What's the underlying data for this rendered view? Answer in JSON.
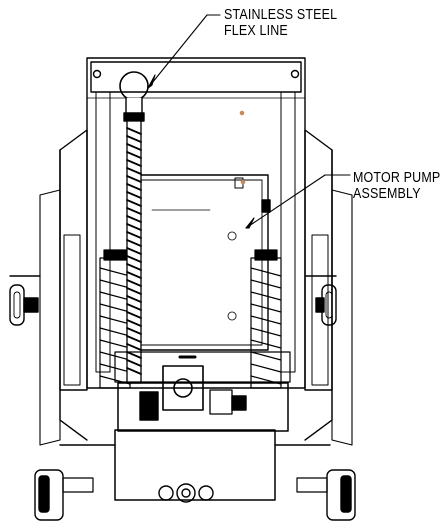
{
  "callouts": {
    "flex_line": {
      "line1": "STAINLESS STEEL",
      "line2": "FLEX LINE"
    },
    "motor_pump": {
      "line1": "MOTOR PUMP",
      "line2": "ASSEMBLY"
    }
  }
}
